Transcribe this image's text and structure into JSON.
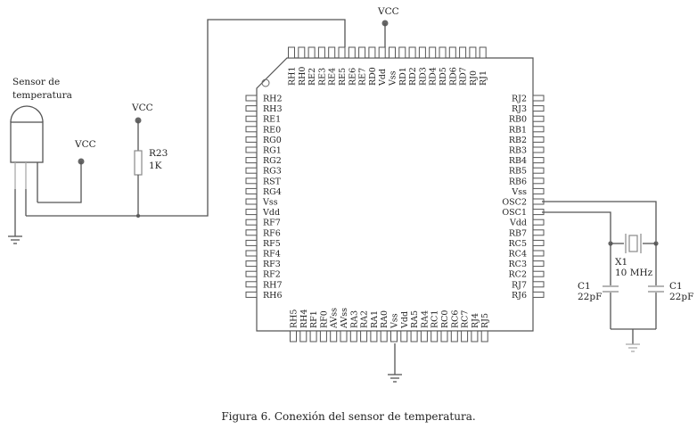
{
  "diagram": {
    "caption": "Figura 6. Conexión del sensor de temperatura.",
    "sensor": {
      "label_line1": "Sensor de",
      "label_line2": "temperatura"
    },
    "vcc_labels": {
      "top": "VCC",
      "sensor": "VCC",
      "resistor": "VCC"
    },
    "resistor": {
      "ref": "R23",
      "value": "1K"
    },
    "crystal": {
      "ref": "X1",
      "value": "10 MHz"
    },
    "capacitor_left": {
      "ref": "C1",
      "value": "22pF"
    },
    "capacitor_right": {
      "ref": "C1",
      "value": "22pF"
    },
    "chip": {
      "top_pins": [
        "RH1",
        "RH0",
        "RE2",
        "RE3",
        "RE4",
        "RE5",
        "RE6",
        "RE7",
        "RD0",
        "Vdd",
        "Vss",
        "RD1",
        "RD2",
        "RD3",
        "RD4",
        "RD5",
        "RD6",
        "RD7",
        "RJ0",
        "RJ1"
      ],
      "left_pins": [
        "RH2",
        "RH3",
        "RE1",
        "RE0",
        "RG0",
        "RG1",
        "RG2",
        "RG3",
        "RST",
        "RG4",
        "Vss",
        "Vdd",
        "RF7",
        "RF6",
        "RF5",
        "RF4",
        "RF3",
        "RF2",
        "RH7",
        "RH6"
      ],
      "right_pins": [
        "RJ2",
        "RJ3",
        "RB0",
        "RB1",
        "RB2",
        "RB3",
        "RB4",
        "RB5",
        "RB6",
        "Vss",
        "OSC2",
        "OSC1",
        "Vdd",
        "RB7",
        "RC5",
        "RC4",
        "RC3",
        "RC2",
        "RJ7",
        "RJ6"
      ],
      "bottom_pins": [
        "RH5",
        "RH4",
        "RF1",
        "RF0",
        "AVss",
        "AVss",
        "RA3",
        "RA2",
        "RA1",
        "RA0",
        "Vss",
        "Vdd",
        "RA5",
        "RA4",
        "RC1",
        "RC0",
        "RC6",
        "RC7",
        "RJ4",
        "RJ5"
      ]
    }
  }
}
